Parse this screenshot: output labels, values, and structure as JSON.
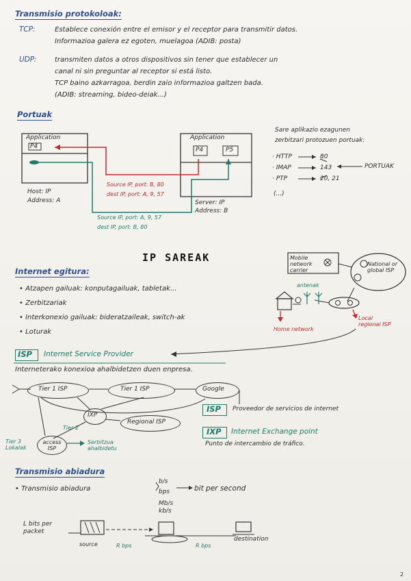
{
  "section1": {
    "title": "Transmisio protokoloak:",
    "tcp_label": "TCP:",
    "tcp_line1": "Establece conexión entre el emisor y el receptor para transmitir datos.",
    "tcp_line2": "Informazioa galera ez egoten, muelagoa (ADIB: posta)",
    "udp_label": "UDP:",
    "udp_line1": "transmiten datos a otros dispositivos sin tener que establecer un",
    "udp_line2": "canal ni sin preguntar al receptor si está listo.",
    "udp_line3": "TCP baino azkarragoa, berdin zaio informazioa galtzen bada.",
    "udp_line4": "(ADIB: streaming, bideo-deiak...)"
  },
  "section2": {
    "title": "Portuak",
    "host_a": {
      "app": "Application",
      "p4": "P4",
      "host": "Host: IP",
      "addr": "Address: A"
    },
    "server_b": {
      "app": "Application",
      "p4": "P4",
      "p5": "P5",
      "server": "Server: IP",
      "addr": "Address: B"
    },
    "red1": "Source IP, port: B, 80",
    "red2": "dest IP, port: A, 9, 57",
    "teal1": "Source IP, port: A, 9, 57",
    "teal2": "dest IP, port: B, 80",
    "note1": "Sare aplikazio ezagunen",
    "note2": "zerbitzari protozuen portuak:",
    "ports": [
      {
        "name": "HTTP",
        "num": "80"
      },
      {
        "name": "IMAP",
        "num": "143"
      },
      {
        "name": "PTP",
        "num": "20, 21"
      }
    ],
    "portuak_label": "PORTUAK",
    "etc": "(...)"
  },
  "section3": {
    "title": "IP SAREAK",
    "sub": "Internet egitura:",
    "items": [
      "Atzapen gailuak: konputagailuak, tabletak...",
      "Zerbitzariak",
      "Interkonexio gailuak: bideratzaileak, switch-ak",
      "Loturak"
    ],
    "mobile": "Mobile network carrier",
    "national": "National or global ISP",
    "antenna": "antenak",
    "home": "Home network",
    "local": "Local regional ISP"
  },
  "section4": {
    "isp_box": "ISP",
    "isp_title": "Internet Service Provider",
    "isp_desc": "Interneterako konexioa ahalbidetzen duen enpresa.",
    "tier1": "Tier 1 ISP",
    "tier1b": "Tier 1 ISP",
    "google": "Google",
    "ixp": "IXP",
    "regional": "Regional ISP",
    "tier2": "Tier 2",
    "tier3": "Tier 3 Lokalak",
    "access": "access ISP",
    "serbitzua": "Serbitzua ahalbidetu",
    "isp_def_box": "ISP",
    "isp_def": "Proveedor de servicios de internet",
    "ixp_def_box": "IXP",
    "ixp_title": "Internet Exchange point",
    "ixp_def": "Punto de intercambio de tráfico."
  },
  "section5": {
    "title": "Transmisio abiadura",
    "item": "Transmisio abiadura",
    "units1": "b/s",
    "units2": "bps",
    "units3": "Mb/s",
    "units4": "kb/s",
    "bps_def": "bit per second",
    "bits_label": "L bits per packet",
    "source": "source",
    "rbps1": "R bps",
    "rbps2": "R bps",
    "destination": "destination"
  },
  "page_number": "2"
}
